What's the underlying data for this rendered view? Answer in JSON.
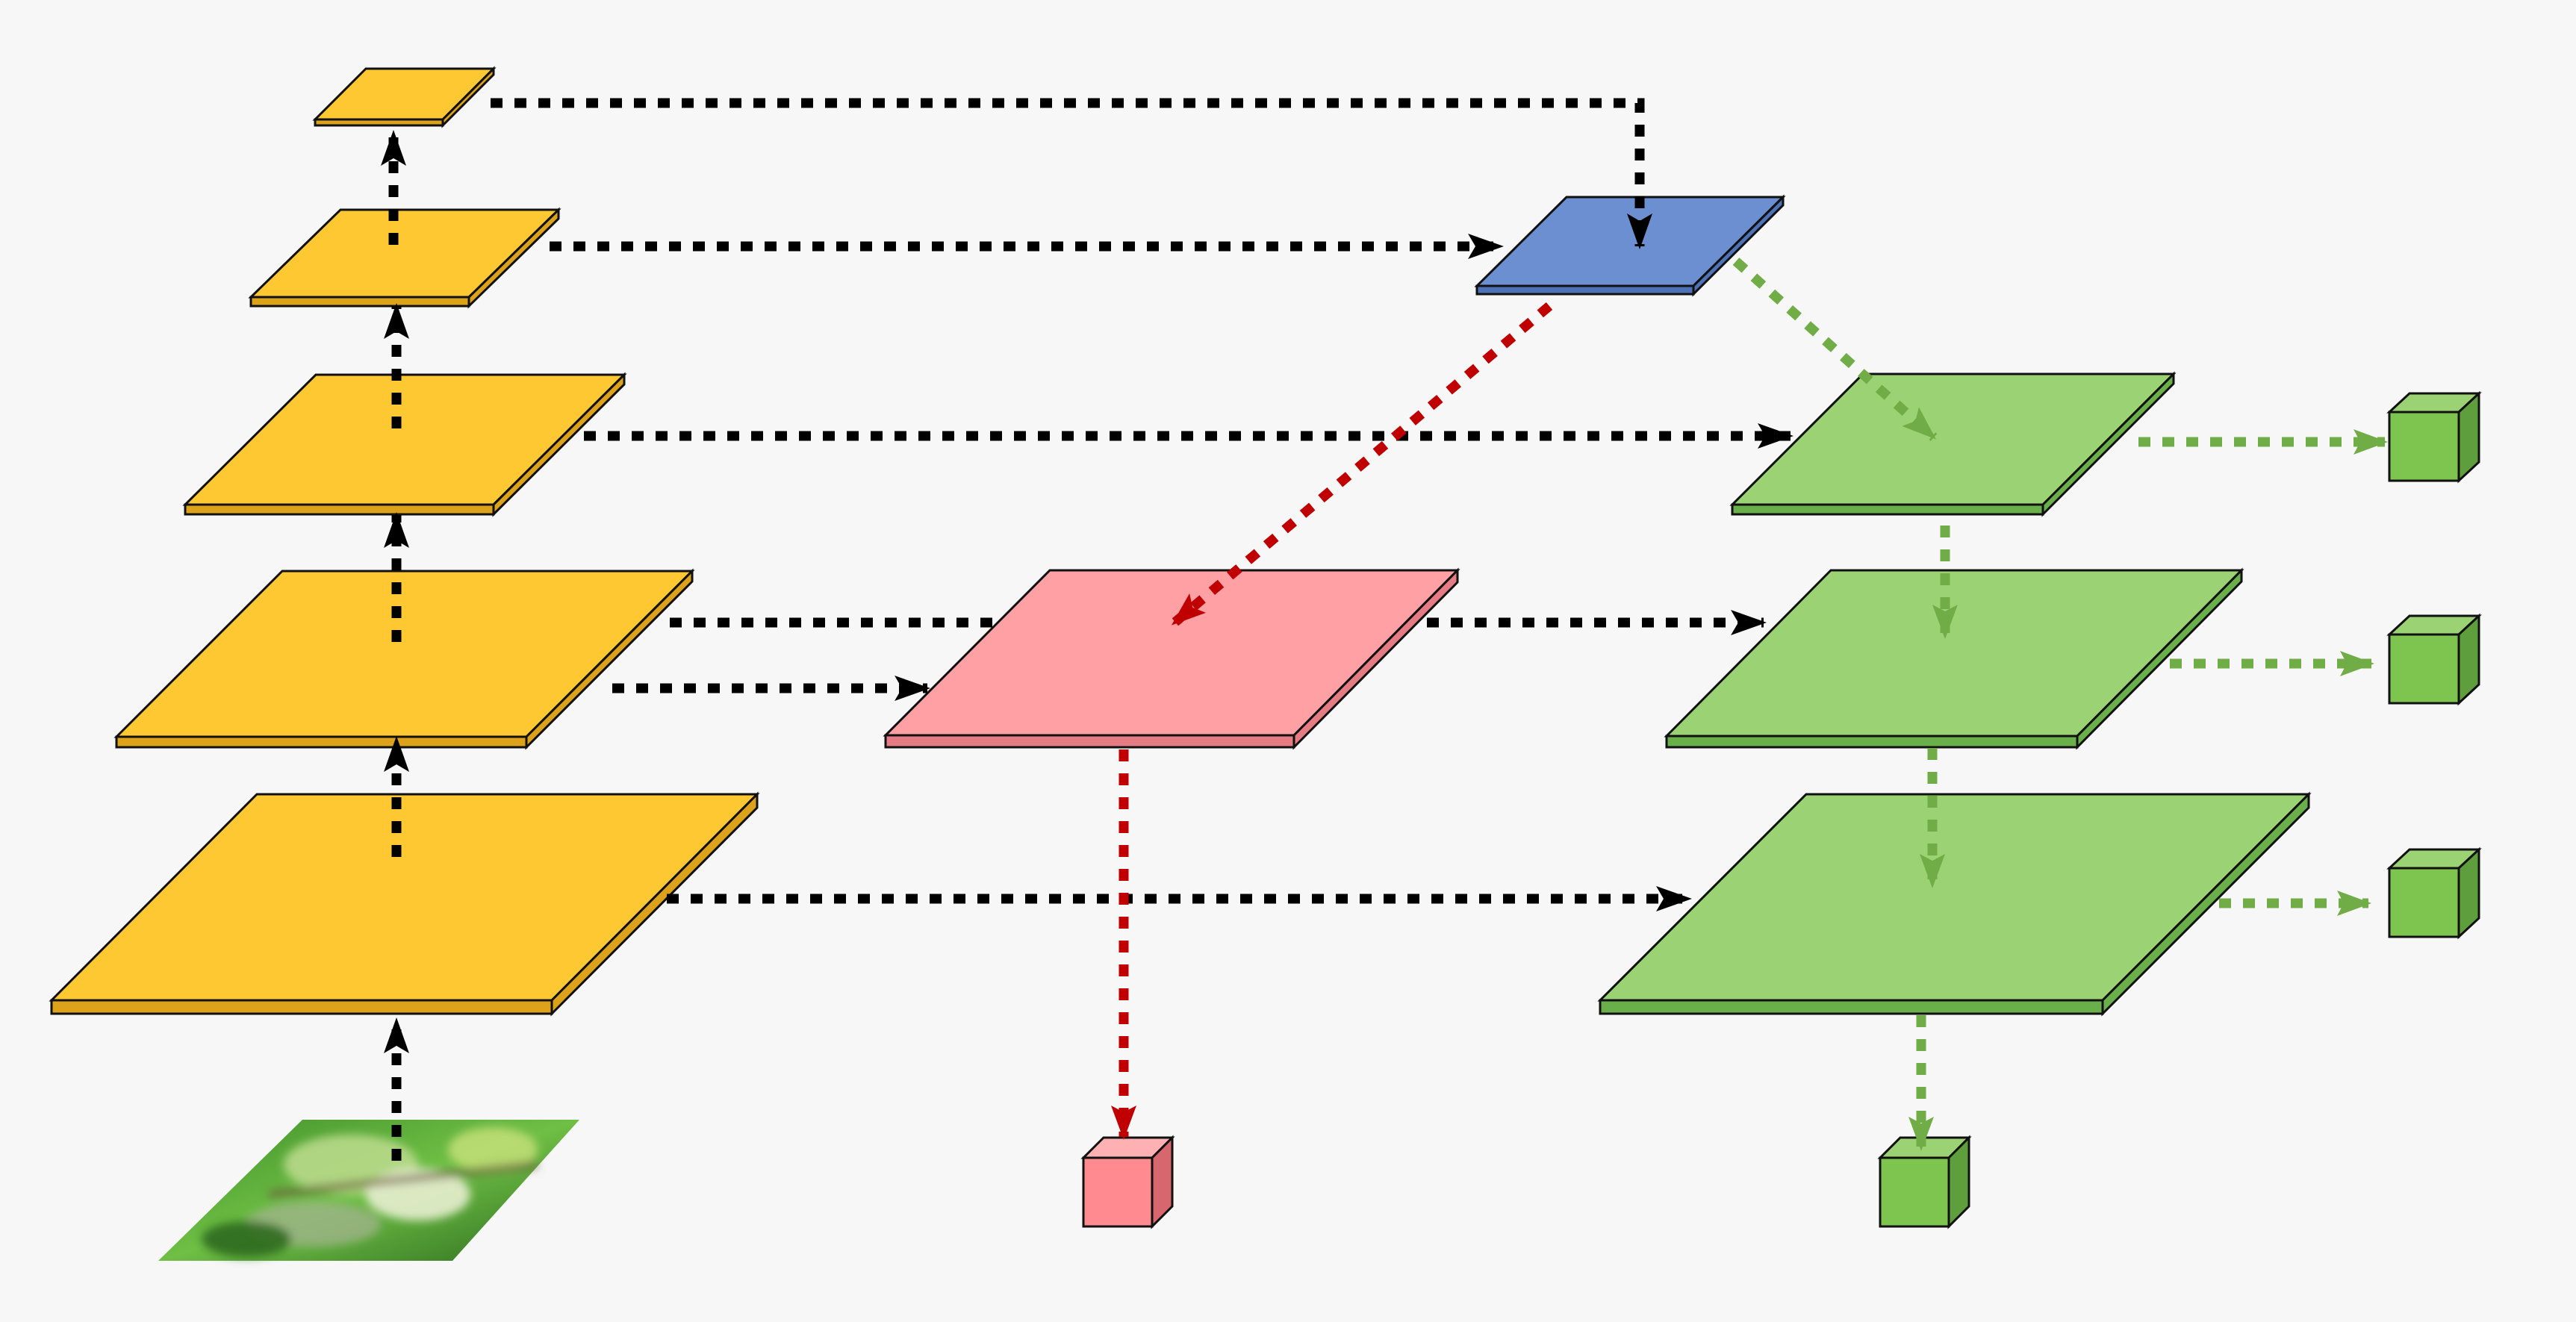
{
  "colors": {
    "background": "#f7f7f7",
    "backbone": "#fec832",
    "backbone_dark": "#dca21a",
    "fusion": "#6b8fd1",
    "fusion_dark": "#4d72b8",
    "segmentation": "#ffa0a4",
    "segmentation_dark": "#e57c84",
    "pyramid": "#9bd374",
    "pyramid_dark": "#6ab04a",
    "output_green": "#7ec54f",
    "output_red": "#ff8a8f",
    "connector_black": "#000000",
    "connector_red": "#c00000",
    "connector_green": "#70ad47"
  },
  "icons": {
    "input": "input-image-icon",
    "output_cube": "output-cube-icon"
  },
  "diagram": {
    "backbone_levels": 5,
    "pyramid_levels": 3,
    "fusion_nodes": 1,
    "segmentation_nodes": 1,
    "green_outputs": 4,
    "red_outputs": 1
  }
}
